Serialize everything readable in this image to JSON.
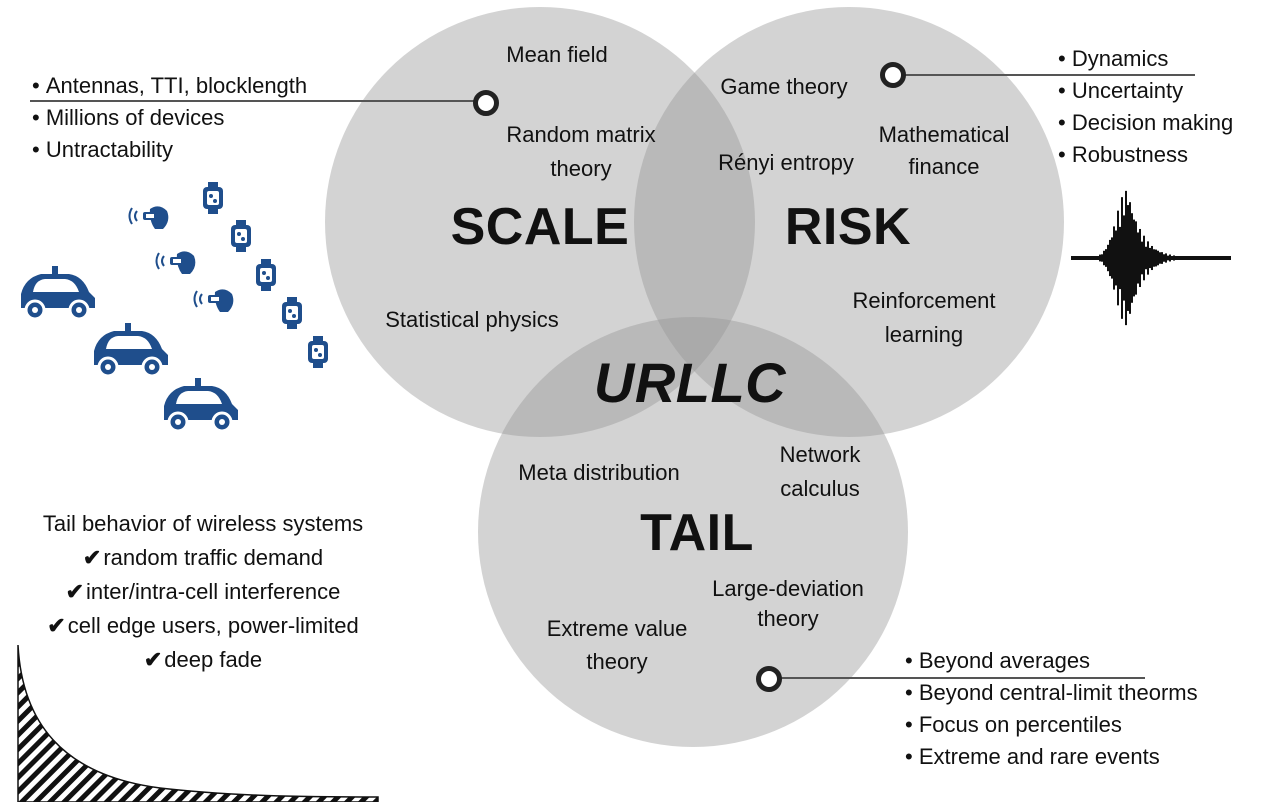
{
  "diagram": {
    "circles": {
      "scale": {
        "label": "SCALE",
        "topics": [
          "Mean field",
          "Random matrix",
          "theory",
          "Statistical physics"
        ]
      },
      "risk": {
        "label": "RISK",
        "topics": [
          "Game theory",
          "Mathematical",
          "finance",
          "Rényi entropy",
          "Reinforcement",
          "learning"
        ]
      },
      "tail": {
        "label": "TAIL",
        "topics": [
          "Meta distribution",
          "Network",
          "calculus",
          "Large-deviation",
          "theory",
          "Extreme value",
          "theory"
        ]
      },
      "center_label": "URLLC"
    },
    "scale_bullets": [
      "Antennas, TTI, blocklength",
      "Millions of devices",
      "Untractability"
    ],
    "risk_bullets": [
      "Dynamics",
      "Uncertainty",
      "Decision making",
      "Robustness"
    ],
    "tail_bullets": [
      "Beyond averages",
      "Beyond central-limit theorms",
      "Focus on percentiles",
      "Extreme and rare events"
    ],
    "tail_behavior": {
      "title": "Tail behavior of wireless systems",
      "items": [
        "random traffic demand",
        "inter/intra-cell interference",
        "cell edge users, power-limited",
        "deep fade"
      ],
      "check_glyph": "✔"
    },
    "icons": [
      "self-driving-car-icon",
      "vr-headset-icon",
      "smartwatch-icon",
      "signal-waveform-icon",
      "heavy-tail-distribution-icon"
    ],
    "colors": {
      "circle_fill": "#969696",
      "icon_blue": "#1f4e8c",
      "text": "#111111"
    }
  }
}
